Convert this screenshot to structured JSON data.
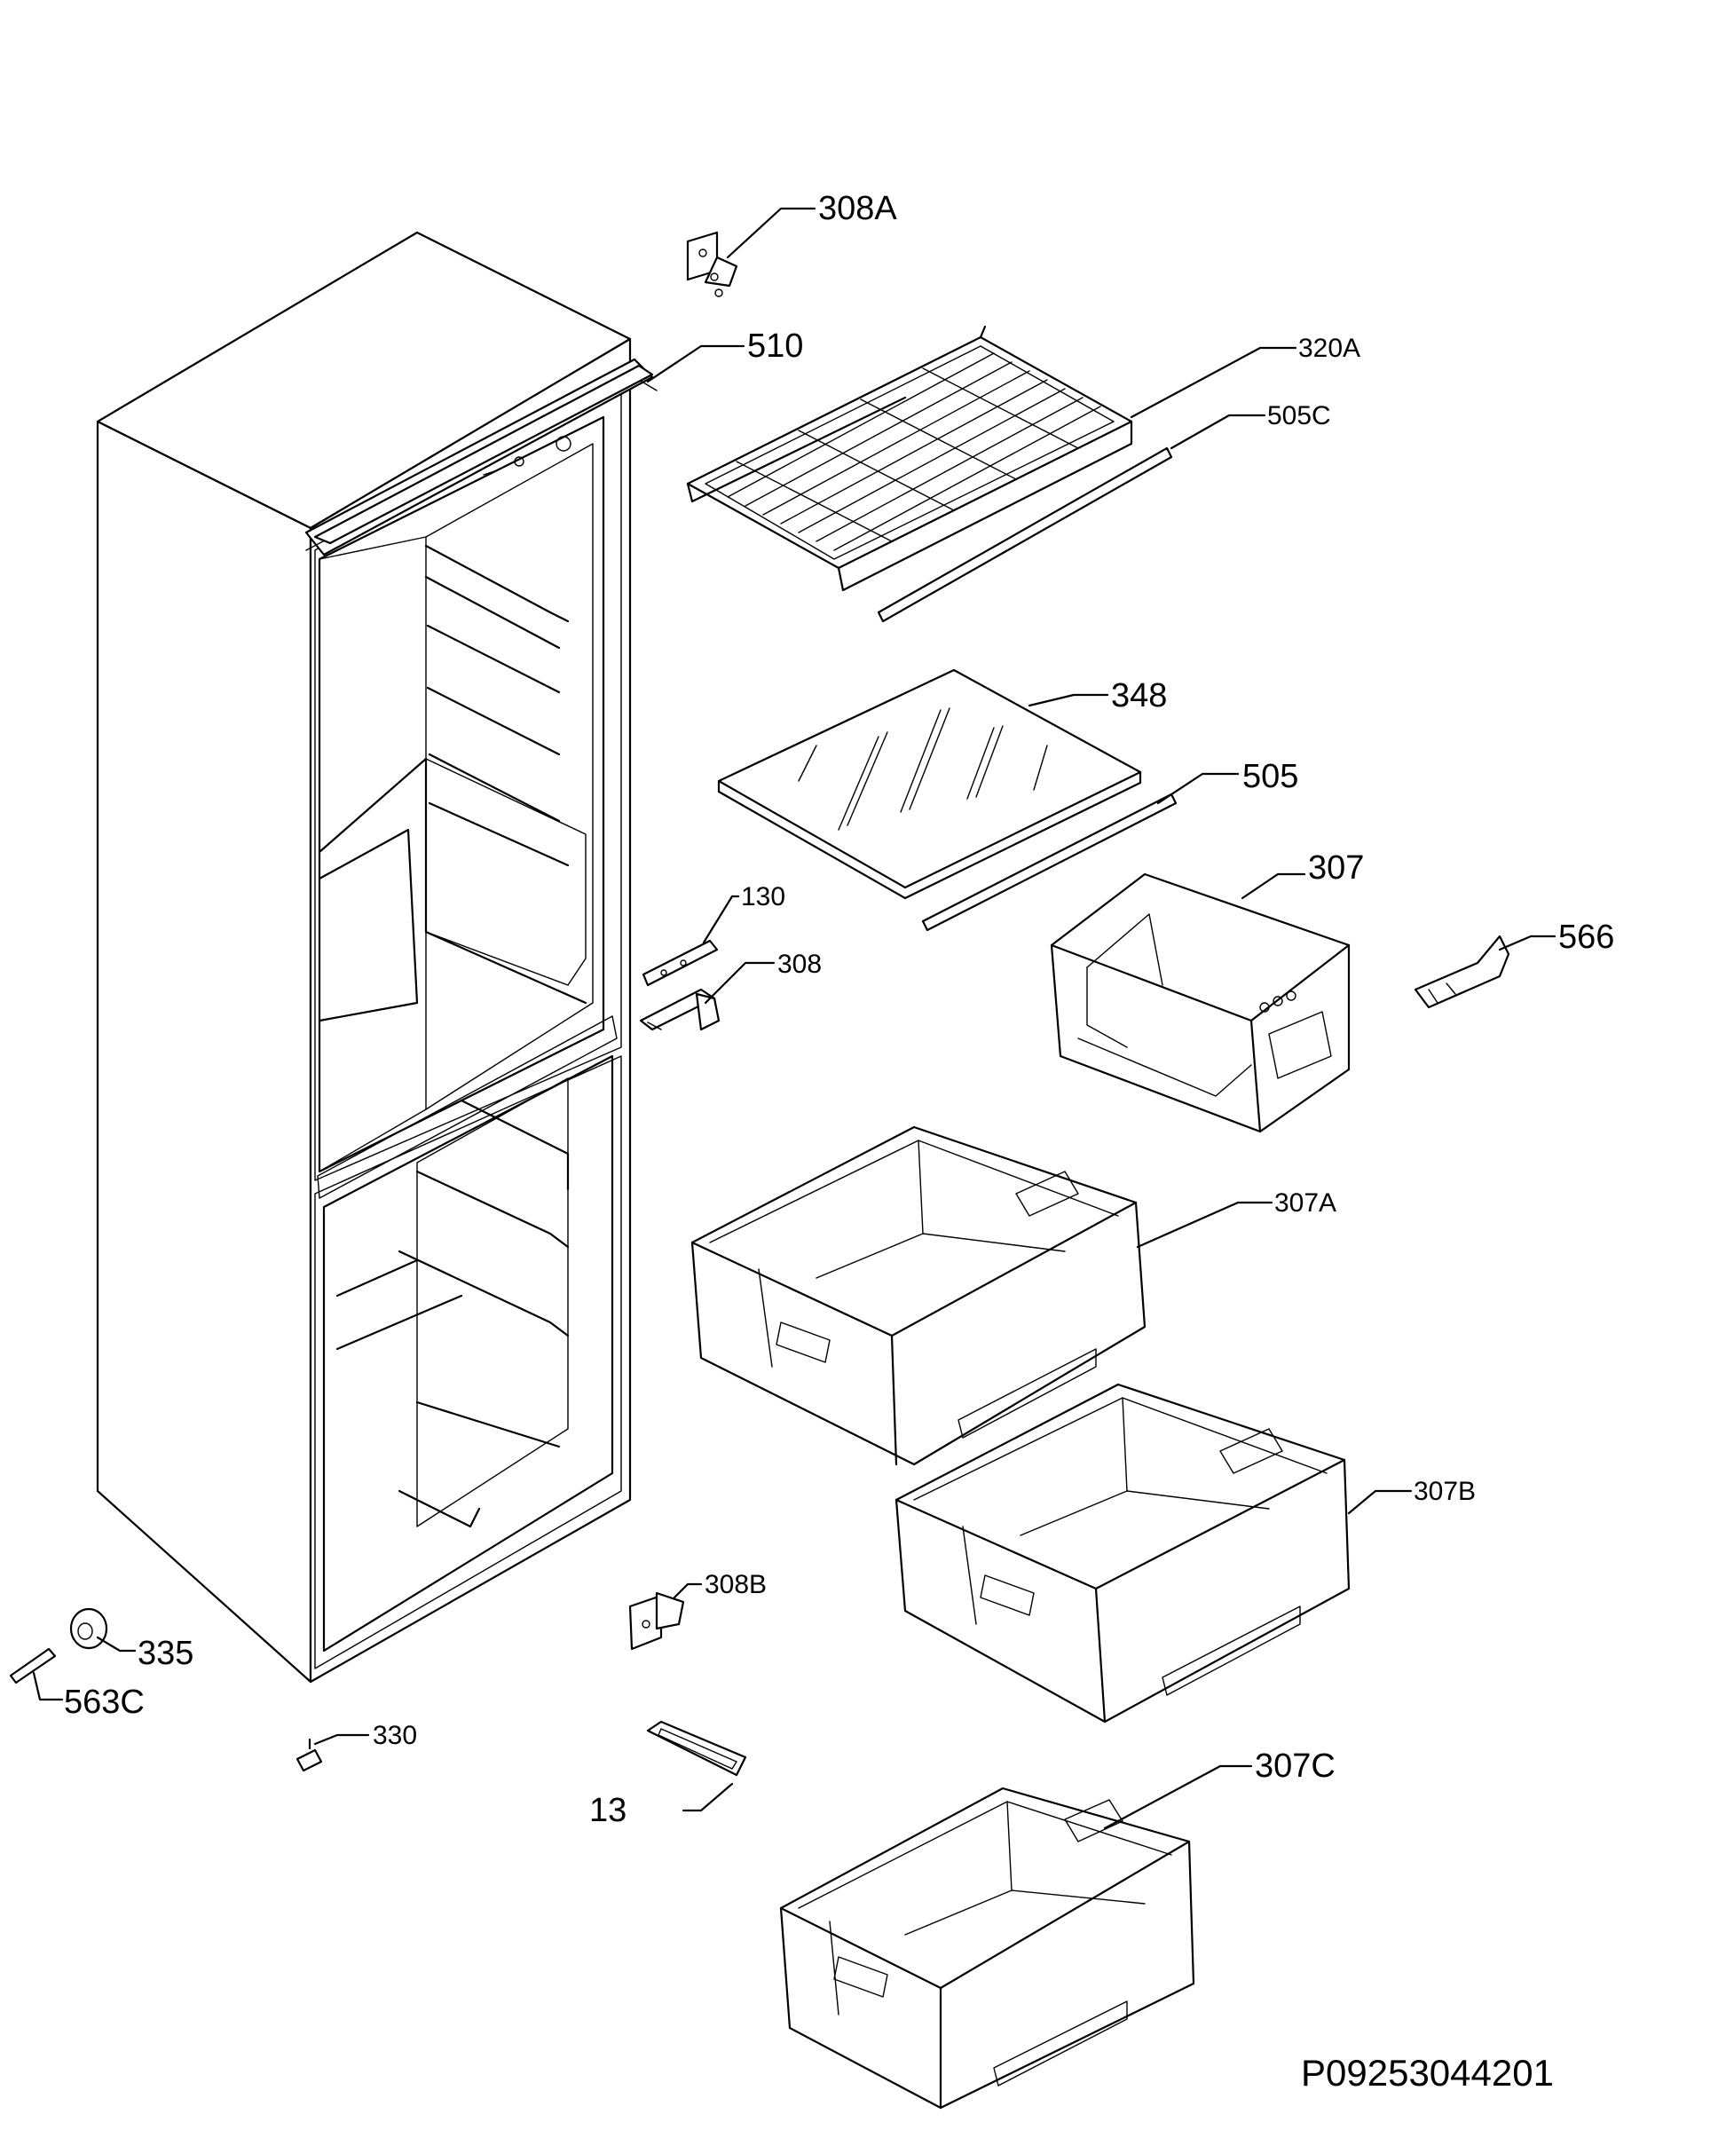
{
  "diagram": {
    "labels": {
      "l308A": "308A",
      "l510": "510",
      "l320A": "320A",
      "l505C": "505C",
      "l348": "348",
      "l505": "505",
      "l130": "130",
      "l308": "308",
      "l307": "307",
      "l566": "566",
      "l307A": "307A",
      "l307B": "307B",
      "l308B": "308B",
      "l335": "335",
      "l563C": "563C",
      "l330": "330",
      "l13": "13",
      "l307C": "307C"
    },
    "drawing_code": "P09253044201"
  }
}
